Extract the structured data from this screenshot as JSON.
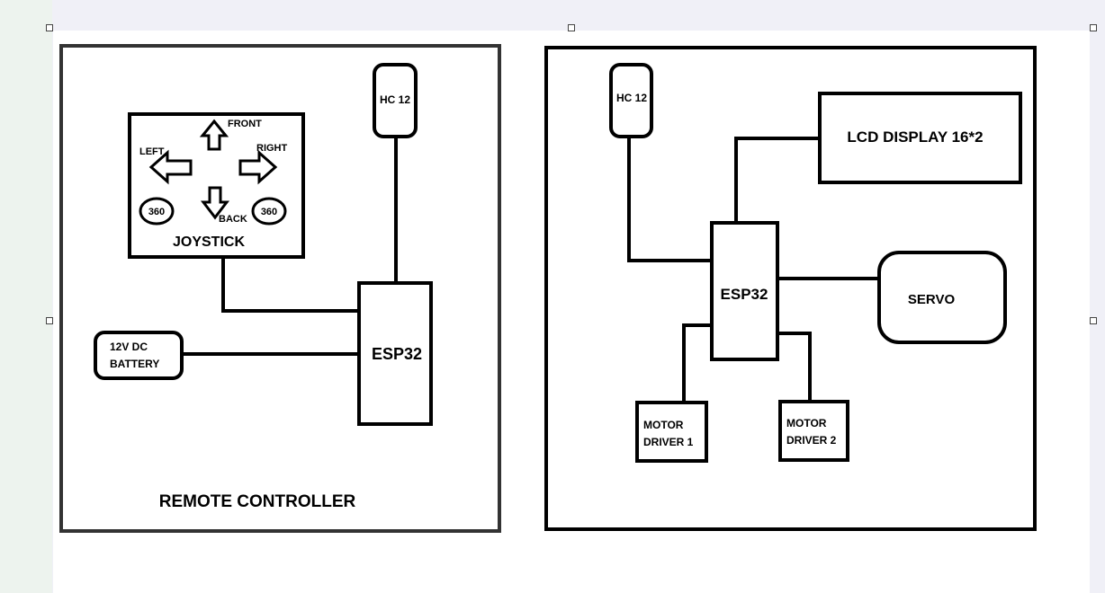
{
  "remote": {
    "caption": "REMOTE CONTROLLER",
    "hc12": "HC 12",
    "esp32": "ESP32",
    "battery_line1": "12V DC",
    "battery_line2": "BATTERY",
    "joystick": {
      "title": "JOYSTICK",
      "front": "FRONT",
      "back": "BACK",
      "left": "LEFT",
      "right": "RIGHT",
      "rotate_left": "360",
      "rotate_right": "360"
    }
  },
  "receiver": {
    "hc12": "HC 12",
    "esp32": "ESP32",
    "lcd": "LCD DISPLAY 16*2",
    "servo": "SERVO",
    "motor1_line1": "MOTOR",
    "motor1_line2": "DRIVER 1",
    "motor2_line1": "MOTOR",
    "motor2_line2": "DRIVER 2"
  },
  "colors": {
    "stroke": "#000000",
    "background": "#ffffff",
    "frame": "#333333"
  }
}
